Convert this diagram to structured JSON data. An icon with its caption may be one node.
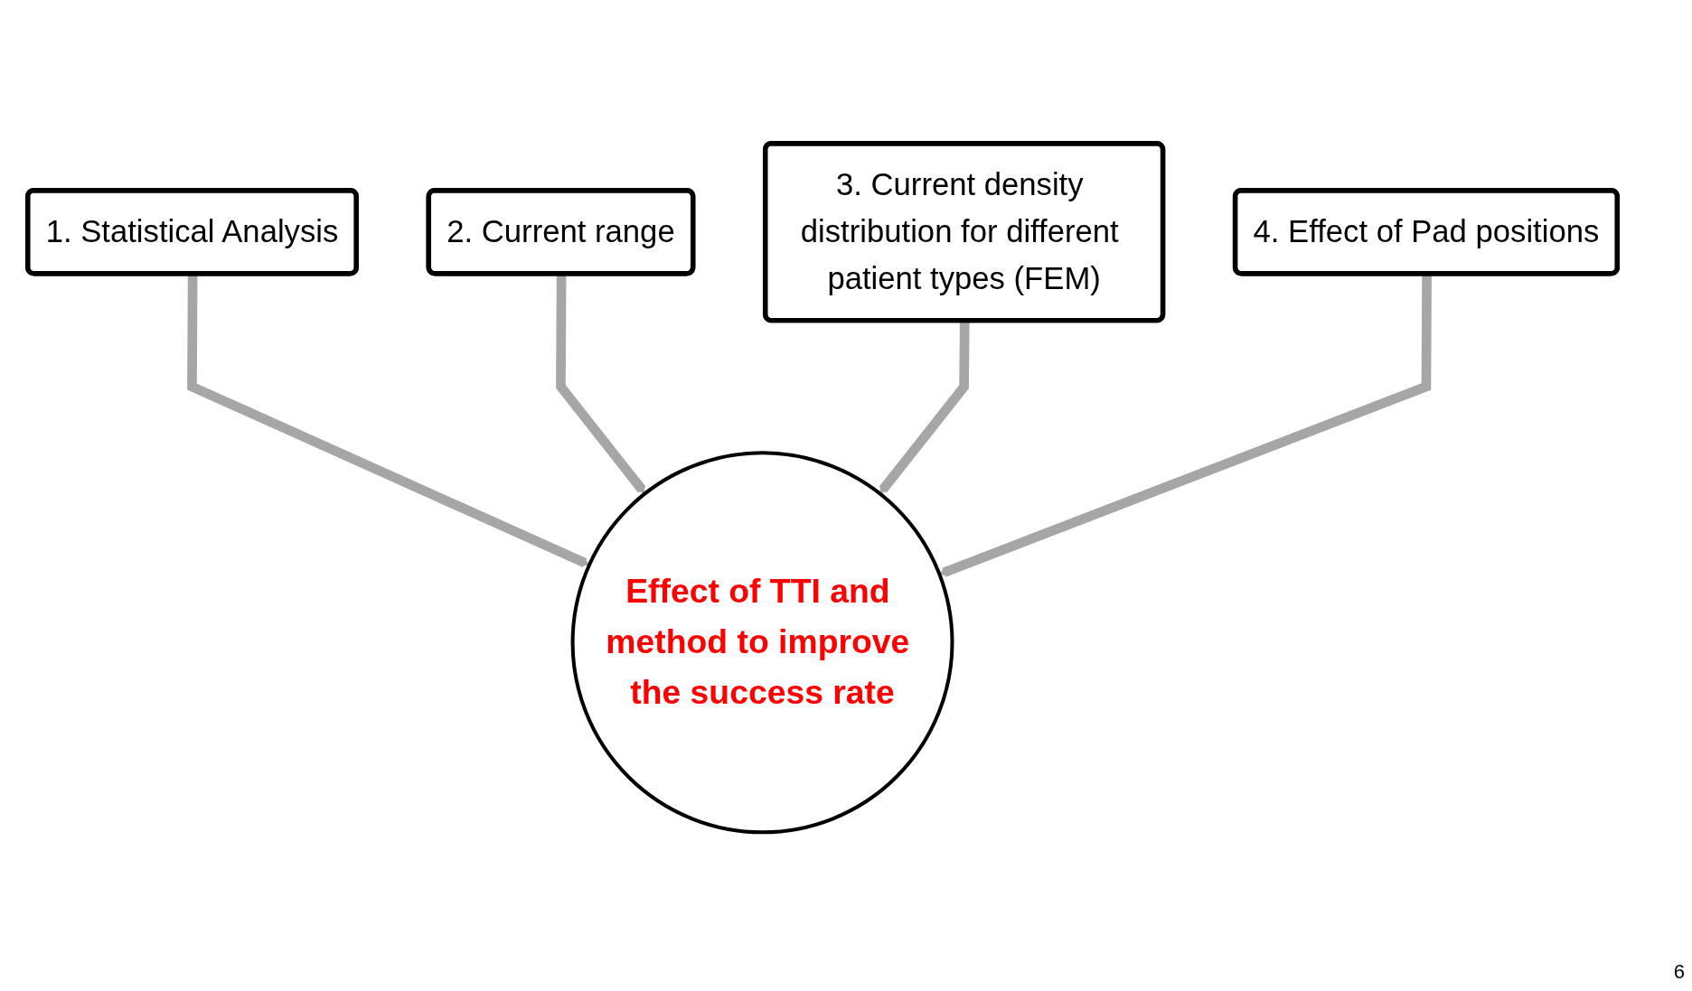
{
  "diagram": {
    "nodes": [
      {
        "text": [
          "1. Statistical Analysis"
        ]
      },
      {
        "text": [
          "2. Current range"
        ]
      },
      {
        "text": [
          "3. Current density distribution for different patient types (FEM)"
        ]
      },
      {
        "text": [
          "4. Effect of Pad positions"
        ]
      },
      {
        "text": [
          "Effect of TTI and method to improve the success rate"
        ]
      }
    ],
    "edges": [
      {
        "from": 0,
        "to": 4,
        "arrow": "to"
      },
      {
        "from": 1,
        "to": 4,
        "arrow": "to"
      },
      {
        "from": 2,
        "to": 4,
        "arrow": "to"
      },
      {
        "from": 3,
        "to": 4,
        "arrow": "to"
      }
    ],
    "labels": [
      "6"
    ]
  }
}
